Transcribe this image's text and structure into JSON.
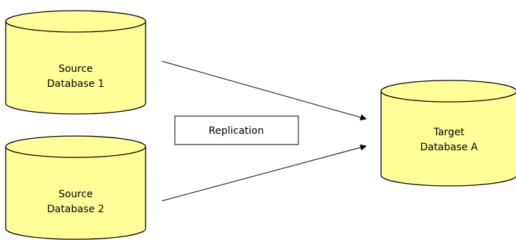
{
  "colors": {
    "db_fill": "#ffff99",
    "stroke": "#000000",
    "label_box_fill": "#ffffff"
  },
  "databases": {
    "source1": {
      "line1": "Source",
      "line2": "Database 1"
    },
    "source2": {
      "line1": "Source",
      "line2": "Database 2"
    },
    "target": {
      "line1": "Target",
      "line2": "Database A"
    }
  },
  "connector_label": "Replication"
}
